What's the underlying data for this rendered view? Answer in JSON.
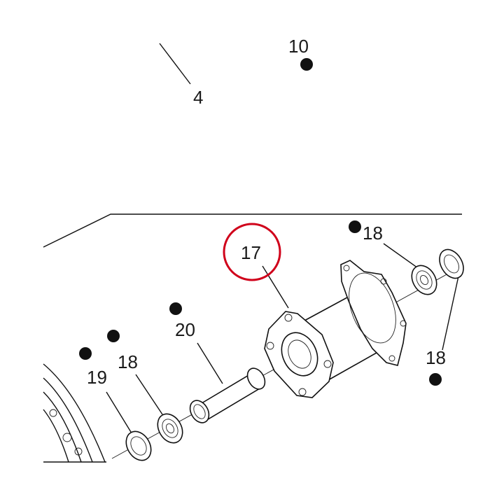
{
  "diagram": {
    "callouts": [
      {
        "id": "c4",
        "text": "4"
      },
      {
        "id": "c10",
        "text": "10"
      },
      {
        "id": "c17",
        "text": "17"
      },
      {
        "id": "c18a",
        "text": "18"
      },
      {
        "id": "c18b",
        "text": "18"
      },
      {
        "id": "c18c",
        "text": "18"
      },
      {
        "id": "c19",
        "text": "19"
      },
      {
        "id": "c20",
        "text": "20"
      }
    ],
    "highlight_color": "#d0021b",
    "line_color": "#111111"
  }
}
